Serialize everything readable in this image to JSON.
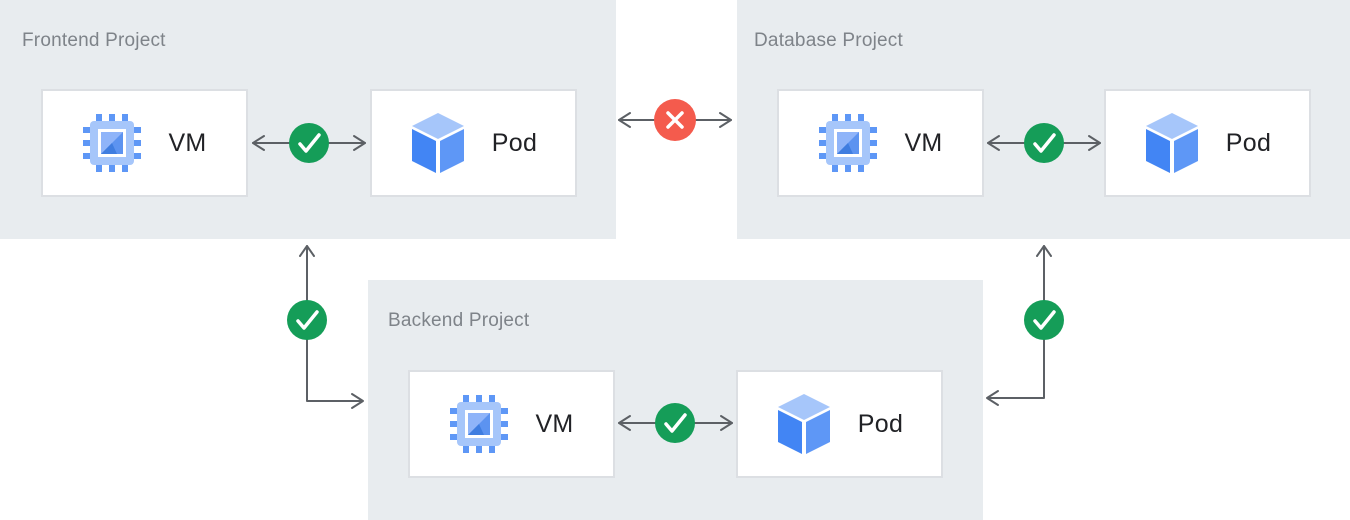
{
  "diagram": {
    "panels": {
      "frontend": {
        "title": "Frontend Project",
        "nodes": [
          {
            "label": "VM",
            "icon": "vm-chip-icon"
          },
          {
            "label": "Pod",
            "icon": "pod-cube-icon"
          }
        ]
      },
      "database": {
        "title": "Database Project",
        "nodes": [
          {
            "label": "VM",
            "icon": "vm-chip-icon"
          },
          {
            "label": "Pod",
            "icon": "pod-cube-icon"
          }
        ]
      },
      "backend": {
        "title": "Backend Project",
        "nodes": [
          {
            "label": "VM",
            "icon": "vm-chip-icon"
          },
          {
            "label": "Pod",
            "icon": "pod-cube-icon"
          }
        ]
      }
    },
    "connections": [
      {
        "from": "frontend.vm",
        "to": "frontend.pod",
        "status": "allowed",
        "icon": "check-icon"
      },
      {
        "from": "frontend",
        "to": "database",
        "status": "blocked",
        "icon": "cross-icon"
      },
      {
        "from": "database.vm",
        "to": "database.pod",
        "status": "allowed",
        "icon": "check-icon"
      },
      {
        "from": "backend.vm",
        "to": "backend.pod",
        "status": "allowed",
        "icon": "check-icon"
      },
      {
        "from": "frontend",
        "to": "backend",
        "status": "allowed",
        "icon": "check-icon"
      },
      {
        "from": "database",
        "to": "backend",
        "status": "allowed",
        "icon": "check-icon"
      }
    ],
    "colors": {
      "panel_bg": "#E8ECEF",
      "card_bg": "#FFFFFF",
      "card_border": "#DCDFE3",
      "title_text": "#7E8389",
      "label_text": "#212226",
      "arrow": "#5C6065",
      "check_green": "#159D58",
      "cross_red": "#F45B4D",
      "icon_blue": "#4285F4",
      "icon_blue_mid": "#5E97F6",
      "icon_blue_light": "#A6C6FA"
    }
  }
}
